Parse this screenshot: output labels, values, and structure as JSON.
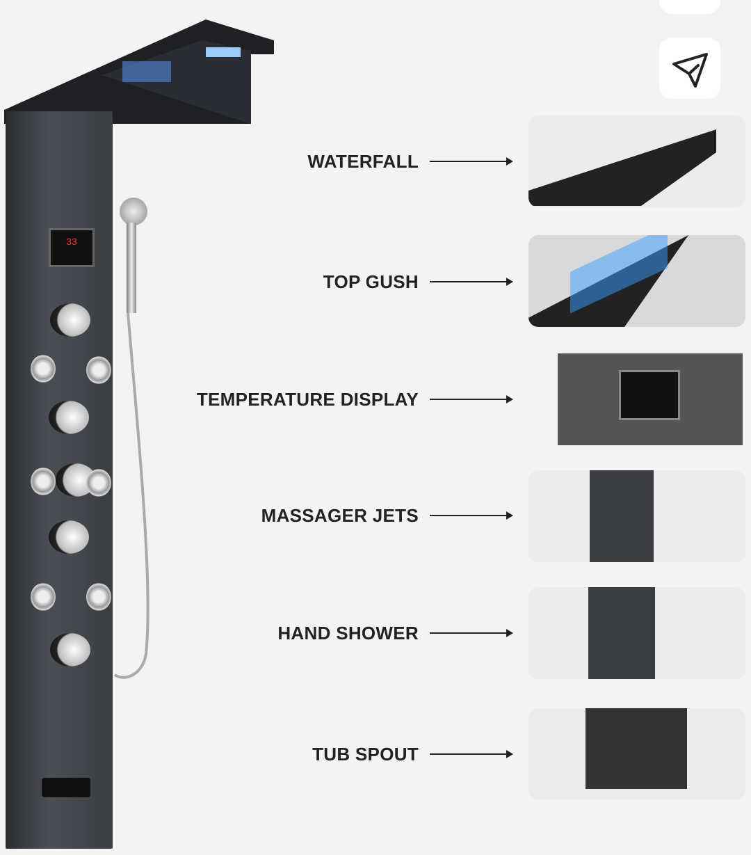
{
  "actions": {
    "share_icon": "paper-plane-icon"
  },
  "features": [
    {
      "label": "WATERFALL"
    },
    {
      "label": "TOP GUSH"
    },
    {
      "label": "TEMPERATURE DISPLAY"
    },
    {
      "label": "MASSAGER JETS"
    },
    {
      "label": "HAND SHOWER"
    },
    {
      "label": "TUB SPOUT"
    }
  ],
  "display": {
    "temperature": "33"
  },
  "colors": {
    "background": "#f3f3f3",
    "panel": "#3a3d42",
    "led": "#4a8cff"
  }
}
